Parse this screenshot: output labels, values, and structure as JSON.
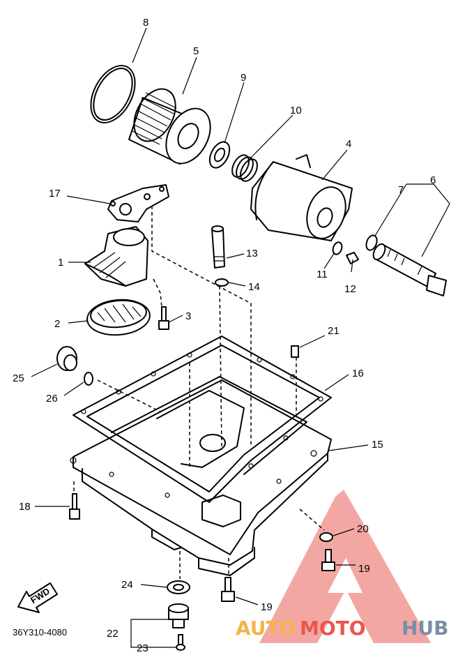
{
  "parts": [
    {
      "id": "p8",
      "label": "8"
    },
    {
      "id": "p5",
      "label": "5"
    },
    {
      "id": "p9",
      "label": "9"
    },
    {
      "id": "p10",
      "label": "10"
    },
    {
      "id": "p4",
      "label": "4"
    },
    {
      "id": "p6",
      "label": "6"
    },
    {
      "id": "p7",
      "label": "7"
    },
    {
      "id": "p17",
      "label": "17"
    },
    {
      "id": "p1",
      "label": "1"
    },
    {
      "id": "p13",
      "label": "13"
    },
    {
      "id": "p14",
      "label": "14"
    },
    {
      "id": "p11",
      "label": "11"
    },
    {
      "id": "p12",
      "label": "12"
    },
    {
      "id": "p3",
      "label": "3"
    },
    {
      "id": "p2",
      "label": "2"
    },
    {
      "id": "p21",
      "label": "21"
    },
    {
      "id": "p16",
      "label": "16"
    },
    {
      "id": "p25",
      "label": "25"
    },
    {
      "id": "p26",
      "label": "26"
    },
    {
      "id": "p15",
      "label": "15"
    },
    {
      "id": "p18",
      "label": "18"
    },
    {
      "id": "p20",
      "label": "20"
    },
    {
      "id": "p19a",
      "label": "19"
    },
    {
      "id": "p24",
      "label": "24"
    },
    {
      "id": "p19b",
      "label": "19"
    },
    {
      "id": "p22",
      "label": "22"
    },
    {
      "id": "p23",
      "label": "23"
    }
  ],
  "fwd_label": "FWD",
  "diagram_code": "36Y310-4080",
  "watermark": {
    "auto": "AUTO",
    "moto": "MOTO",
    "hub": "HUB",
    "colors": {
      "auto": "#f5b24a",
      "moto": "#e8574f",
      "hub": "#7a8ea6"
    }
  }
}
